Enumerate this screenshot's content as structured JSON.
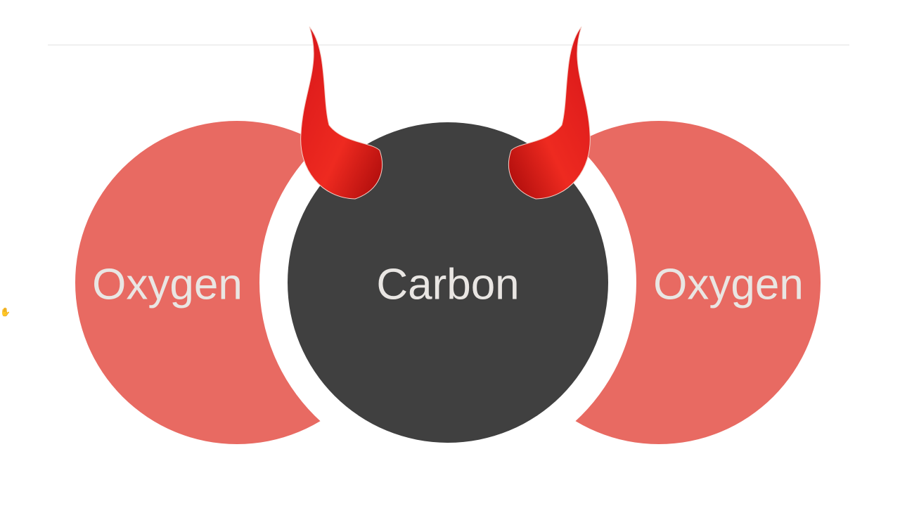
{
  "diagram": {
    "atoms": [
      {
        "label": "Oxygen",
        "color": "#e86a62"
      },
      {
        "label": "Carbon",
        "color": "#404040"
      },
      {
        "label": "Oxygen",
        "color": "#e86a62"
      }
    ],
    "decoration": {
      "icon": "devil-horns-icon",
      "color": "#e3241c"
    }
  },
  "cursor_icon": "hand-cursor-icon"
}
